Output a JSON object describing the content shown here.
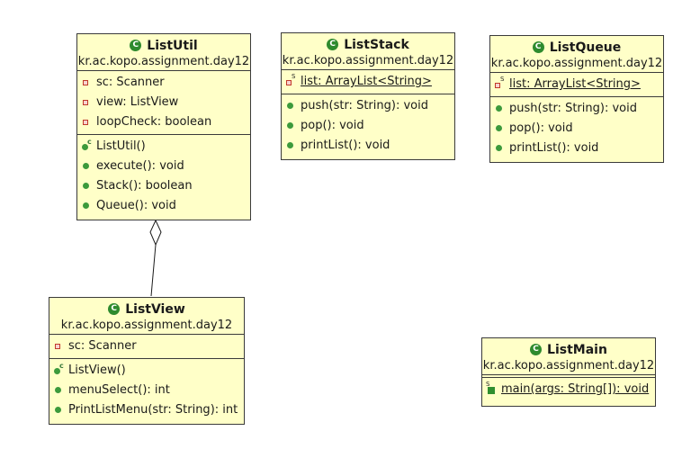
{
  "classes": {
    "listutil": {
      "name": "ListUtil",
      "package": "kr.ac.kopo.assignment.day12",
      "attributes": [
        "sc: Scanner",
        "view: ListView",
        "loopCheck: boolean"
      ],
      "constructor": "ListUtil()",
      "methods": [
        "execute(): void",
        "Stack(): boolean",
        "Queue(): void"
      ]
    },
    "liststack": {
      "name": "ListStack",
      "package": "kr.ac.kopo.assignment.day12",
      "attributes": [
        "list: ArrayList<String>"
      ],
      "methods": [
        "push(str: String): void",
        "pop(): void",
        "printList(): void"
      ]
    },
    "listqueue": {
      "name": "ListQueue",
      "package": "kr.ac.kopo.assignment.day12",
      "attributes": [
        "list: ArrayList<String>"
      ],
      "methods": [
        "push(str: String): void",
        "pop(): void",
        "printList(): void"
      ]
    },
    "listview": {
      "name": "ListView",
      "package": "kr.ac.kopo.assignment.day12",
      "attributes": [
        "sc: Scanner"
      ],
      "constructor": "ListView()",
      "methods": [
        "menuSelect(): int",
        "PrintListMenu(str: String): int"
      ]
    },
    "listmain": {
      "name": "ListMain",
      "package": "kr.ac.kopo.assignment.day12",
      "methods": [
        "main(args: String[]): void"
      ]
    }
  },
  "relations": [
    {
      "type": "aggregation",
      "whole": "ListUtil",
      "part": "ListView"
    }
  ],
  "colors": {
    "class_fill": "#ffffc8",
    "border": "#3a3a3a",
    "public_icon": "#3c9a3c",
    "private_icon": "#c0392b"
  }
}
